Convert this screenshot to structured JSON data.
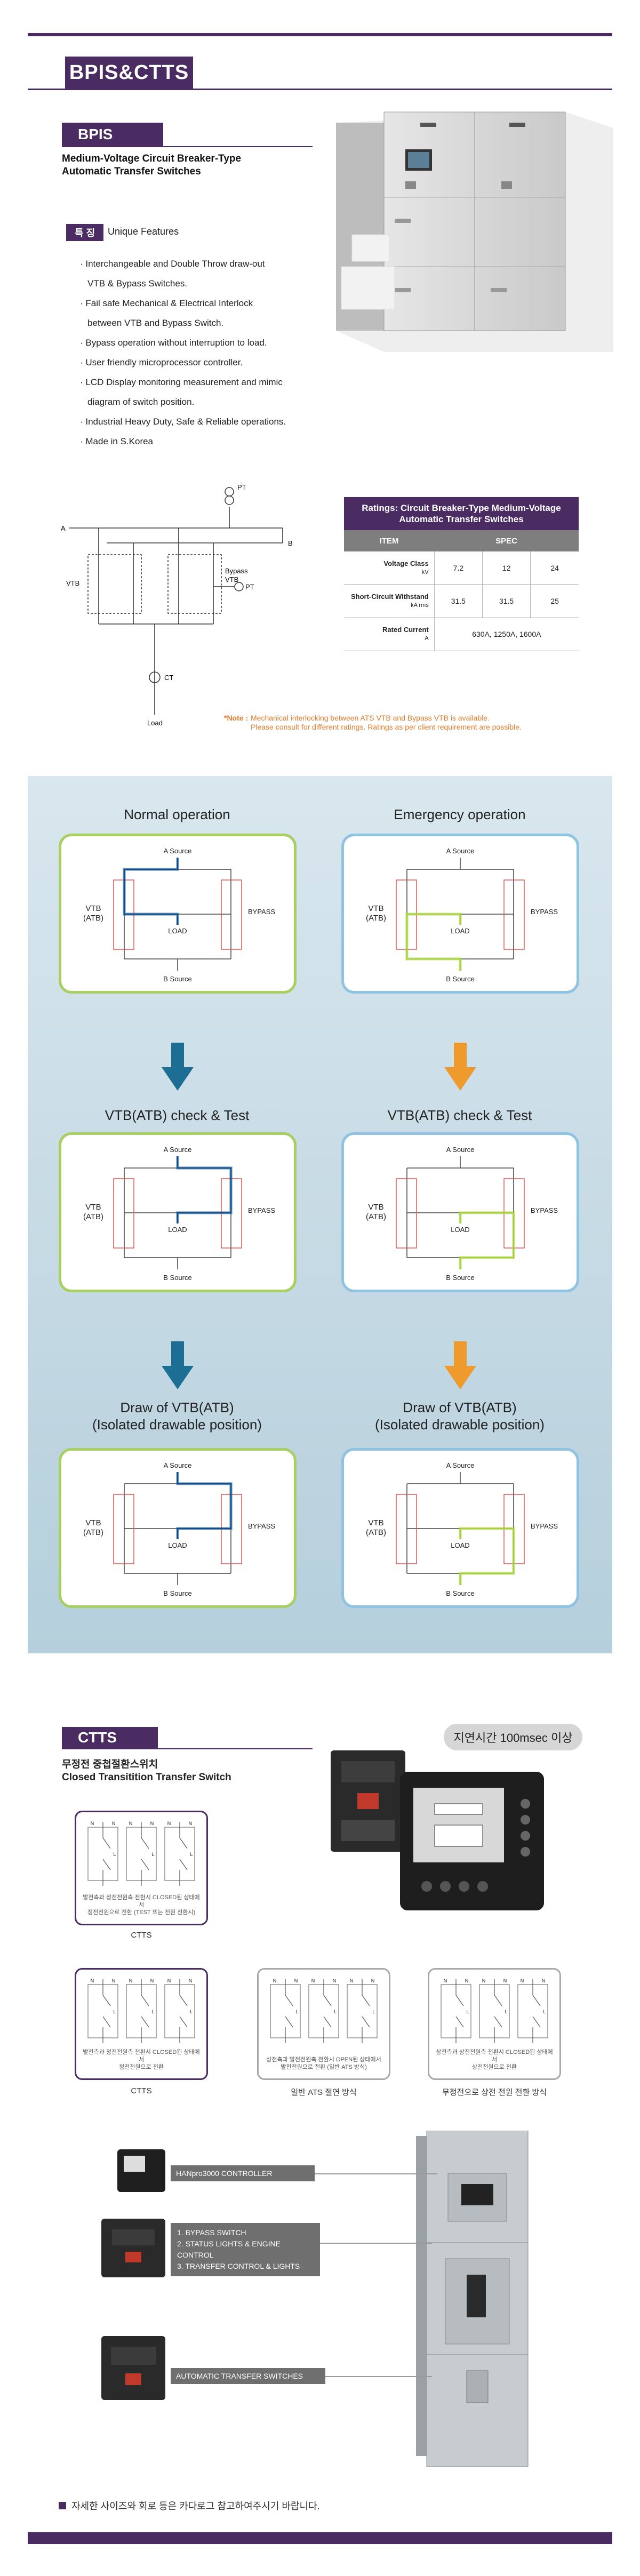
{
  "header": {
    "title": "BPIS&CTTS"
  },
  "bpis": {
    "tab": "BPIS",
    "subtitle_line1": "Medium-Voltage Circuit Breaker-Type",
    "subtitle_line2": "Automatic Transfer Switches",
    "features_tag": "특 징",
    "features_en": "Unique Features",
    "features": [
      "· Interchangeable and Double Throw draw-out",
      "  VTB & Bypass Switches.",
      "· Fail safe Mechanical & Electrical Interlock",
      "  between VTB and Bypass Switch.",
      "· Bypass operation without interruption to load.",
      "· User friendly microprocessor controller.",
      "· LCD Display monitoring measurement and mimic",
      "  diagram of switch position.",
      "· Industrial Heavy Duty, Safe & Reliable operations.",
      "· Made in S.Korea"
    ],
    "diagram": {
      "a": "A",
      "b": "B",
      "pt_top": "PT",
      "pt_right": "PT",
      "vtb": "VTB",
      "bypass_vtb_1": "Bypass",
      "bypass_vtb_2": "VTB",
      "ct": "CT",
      "load": "Load"
    },
    "ratings": {
      "head1": "Ratings: Circuit Breaker-Type Medium-Voltage",
      "head2": "Automatic Transfer Switches",
      "col_item": "ITEM",
      "col_spec": "SPEC",
      "rows": [
        {
          "label": "Voltage Class",
          "unit": "kV",
          "v1": "7.2",
          "v2": "12",
          "v3": "24"
        },
        {
          "label": "Short-Circuit Withstand",
          "unit": "kA rms",
          "v1": "31.5",
          "v2": "31.5",
          "v3": "25"
        },
        {
          "label": "Rated Current",
          "unit": "A",
          "merged": "630A, 1250A, 1600A"
        }
      ]
    },
    "note_key": "*Note :",
    "note_line1": "Mechanical interlocking between ATS VTB and Bypass VTB is available.",
    "note_line2": "Please consult for different ratings. Ratings as per client requirement are possible."
  },
  "operations": {
    "titles": {
      "normal": "Normal operation",
      "emergency": "Emergency operation",
      "check_left": "VTB(ATB) check & Test",
      "check_right": "VTB(ATB) check & Test",
      "draw_left_1": "Draw of VTB(ATB)",
      "draw_left_2": "(Isolated drawable position)",
      "draw_right_1": "Draw of VTB(ATB)",
      "draw_right_2": "(Isolated drawable position)"
    },
    "labels": {
      "a_source": "A Source",
      "b_source": "B Source",
      "load": "LOAD",
      "bypass": "BYPASS",
      "vtb1": "VTB",
      "vtb2": "(ATB)"
    },
    "colors": {
      "normal_path": "#0d4f8b",
      "emergency_path": "#a6d13a",
      "arrow_blue": "#1c6e94",
      "arrow_orange": "#ef9a2d"
    }
  },
  "ctts": {
    "tab": "CTTS",
    "sub1": "무정전 중첩절환스위치",
    "sub2": "Closed Transitition Transfer Switch",
    "bubble": "지연시간 100msec 이상",
    "cards": [
      {
        "desc1": "발전측과 정전전원측 전환시 CLOSED된 상태에서",
        "desc2": "정전전원으로 전환 (TEST 또는 전원 전환시)",
        "caption": "CTTS"
      },
      {
        "desc1": "발전측과 정전전원측 전환시 CLOSED된 상태에서",
        "desc2": "정전전원으로 전환",
        "caption": "CTTS"
      },
      {
        "desc1": "상전측과 발전전원측 전환시 OPEN된 상태에서",
        "desc2": "발전전원으로 전환 (일반 ATS 방식)",
        "caption": "일반 ATS 절연 방식"
      },
      {
        "desc1": "상전측과 상전전원측 전환시 CLOSED된 상태에서",
        "desc2": "상전전원으로 전환",
        "caption": "무정전으로 상전 전원 전환 방식"
      }
    ],
    "switch_labels": {
      "n": "N",
      "l": "L"
    },
    "components": {
      "controller": "HANpro3000 CONTROLLER",
      "list1": "1. BYPASS SWITCH",
      "list2": "2. STATUS LIGHTS & ENGINE CONTROL",
      "list3": "3. TRANSFER CONTROL & LIGHTS",
      "ats": "AUTOMATIC TRANSFER SWITCHES"
    },
    "bottom_note": "자세한 사이즈와 회로 등은 카다로그 참고하여주시기 바랍니다."
  }
}
